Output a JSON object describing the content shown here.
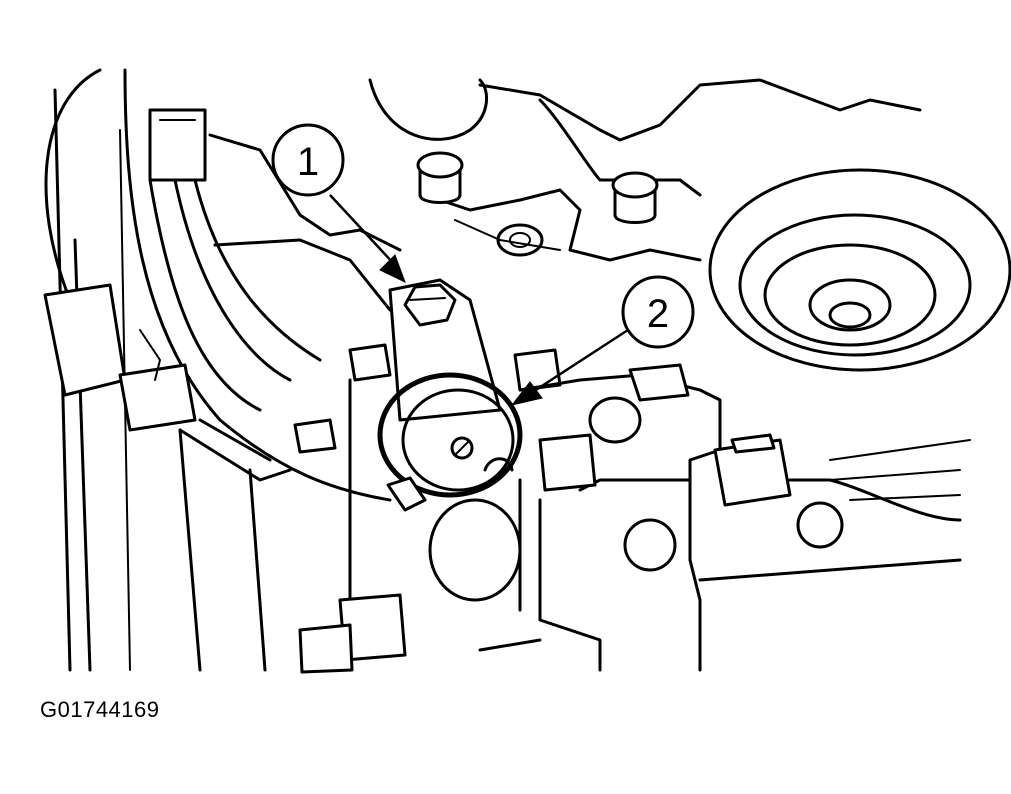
{
  "figure": {
    "figure_id": "G01744169"
  },
  "callouts": [
    {
      "number": "1"
    },
    {
      "number": "2"
    }
  ]
}
